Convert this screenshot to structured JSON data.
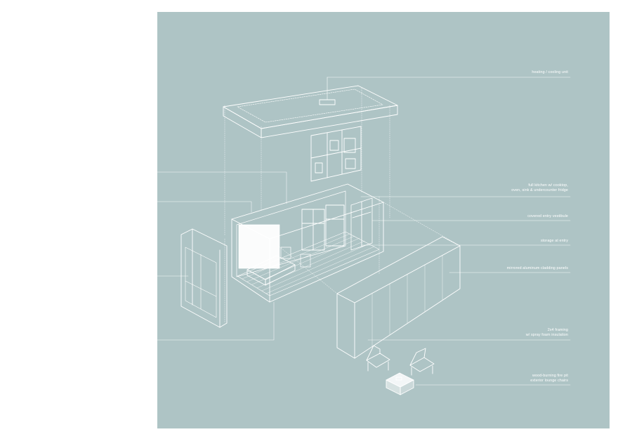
{
  "colors": {
    "background": "#ffffff",
    "panel": "#aec4c5",
    "linework": "#ffffff"
  },
  "labels": {
    "heating_cooling": "heating / cooling unit",
    "kitchen_line1": "full kitchen w/ cooktop,",
    "kitchen_line2": "oven, sink & undercounter fridge",
    "vestibule": "covered entry vestibule",
    "storage": "storage at entry",
    "cladding": "mirrored aluminum cladding panels",
    "framing_line1": "2x4 framing",
    "framing_line2": "w/ spray foam insulation",
    "firepit_line1": "wood-burning fire pit",
    "firepit_line2": "exterior lounge chairs"
  }
}
